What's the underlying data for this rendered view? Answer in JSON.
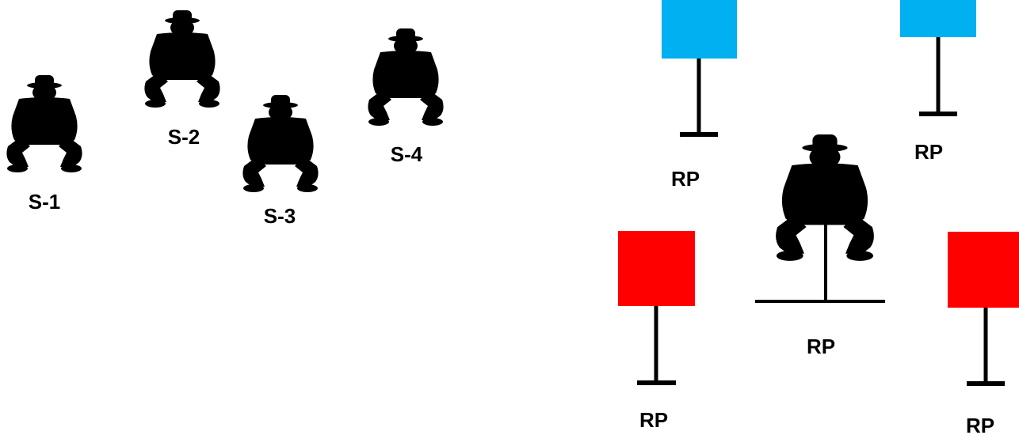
{
  "shooter_labels": [
    "S-1",
    "S-2",
    "S-3",
    "S-4"
  ],
  "target_labels": [
    "RP",
    "RP",
    "RP",
    "RP",
    "RP"
  ],
  "center_label": "RP",
  "colors": {
    "no_shoot": "#00b0f0",
    "shoot": "#ff0000",
    "silhouette": "#000000",
    "background": "#ffffff"
  },
  "icons": {
    "shooter": "crouching-shooter-icon",
    "no_shoot_target": "blue-square-target-icon",
    "shoot_target": "red-square-target-icon"
  }
}
